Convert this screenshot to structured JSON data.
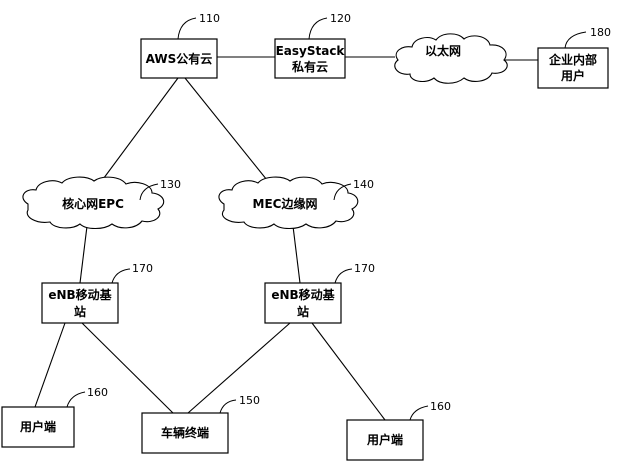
{
  "nodes": {
    "aws": {
      "line1": "AWS公有云",
      "ref": "110"
    },
    "easystack": {
      "line1": "EasyStack",
      "line2": "私有云",
      "ref": "120"
    },
    "ethernet": {
      "line1": "以太网"
    },
    "enterprise": {
      "line1": "企业内部",
      "line2": "用户",
      "ref": "180"
    },
    "core": {
      "line1": "核心网EPC",
      "ref": "130"
    },
    "mec": {
      "line1": "MEC边缘网",
      "ref": "140"
    },
    "enb_left": {
      "line1": "eNB移动基",
      "line2": "站",
      "ref": "170"
    },
    "enb_right": {
      "line1": "eNB移动基",
      "line2": "站",
      "ref": "170"
    },
    "user_left": {
      "line1": "用户端",
      "ref": "160"
    },
    "vehicle": {
      "line1": "车辆终端",
      "ref": "150"
    },
    "user_right": {
      "line1": "用户端",
      "ref": "160"
    }
  }
}
